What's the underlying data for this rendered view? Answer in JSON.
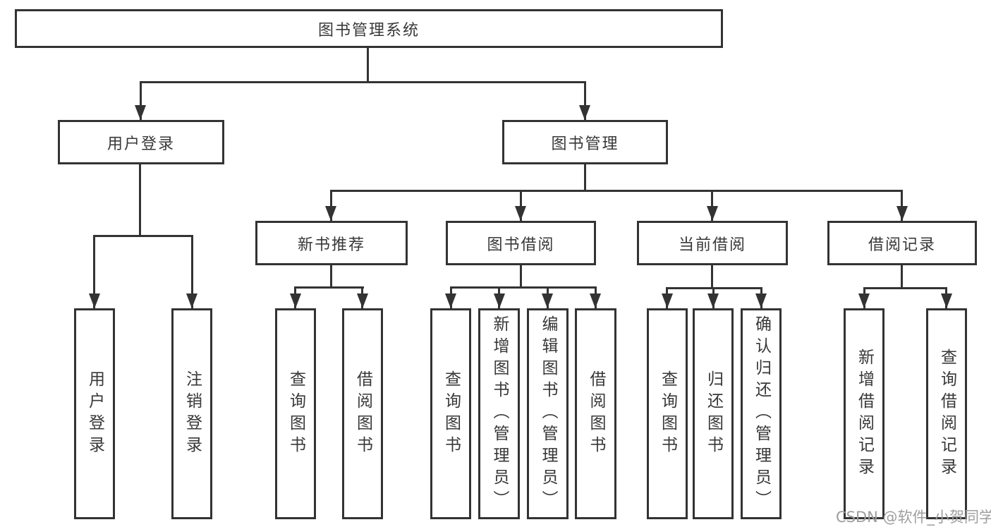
{
  "diagram": {
    "root": {
      "label": "图书管理系统"
    },
    "level2": [
      {
        "label": "用户登录"
      },
      {
        "label": "图书管理"
      }
    ],
    "level3": [
      {
        "label": "新书推荐"
      },
      {
        "label": "图书借阅"
      },
      {
        "label": "当前借阅"
      },
      {
        "label": "借阅记录"
      }
    ],
    "leaves": {
      "user_login": [
        {
          "label": "用户登录"
        },
        {
          "label": "注销登录"
        }
      ],
      "new_book": [
        {
          "label": "查询图书"
        },
        {
          "label": "借阅图书"
        }
      ],
      "book_borrow": [
        {
          "label": "查询图书"
        },
        {
          "label": "新增图书（管理员）"
        },
        {
          "label": "编辑图书（管理员）"
        },
        {
          "label": "借阅图书"
        }
      ],
      "current_borrow": [
        {
          "label": "查询图书"
        },
        {
          "label": "归还图书"
        },
        {
          "label": "确认归还（管理员）"
        }
      ],
      "borrow_record": [
        {
          "label": "新增借阅记录"
        },
        {
          "label": "查询借阅记录"
        }
      ]
    },
    "watermark": "CSDN @软件_小贺同学",
    "colors": {
      "line": "#333333",
      "text": "#383838",
      "watermark": "#9e9e9e",
      "background": "#ffffff"
    }
  }
}
